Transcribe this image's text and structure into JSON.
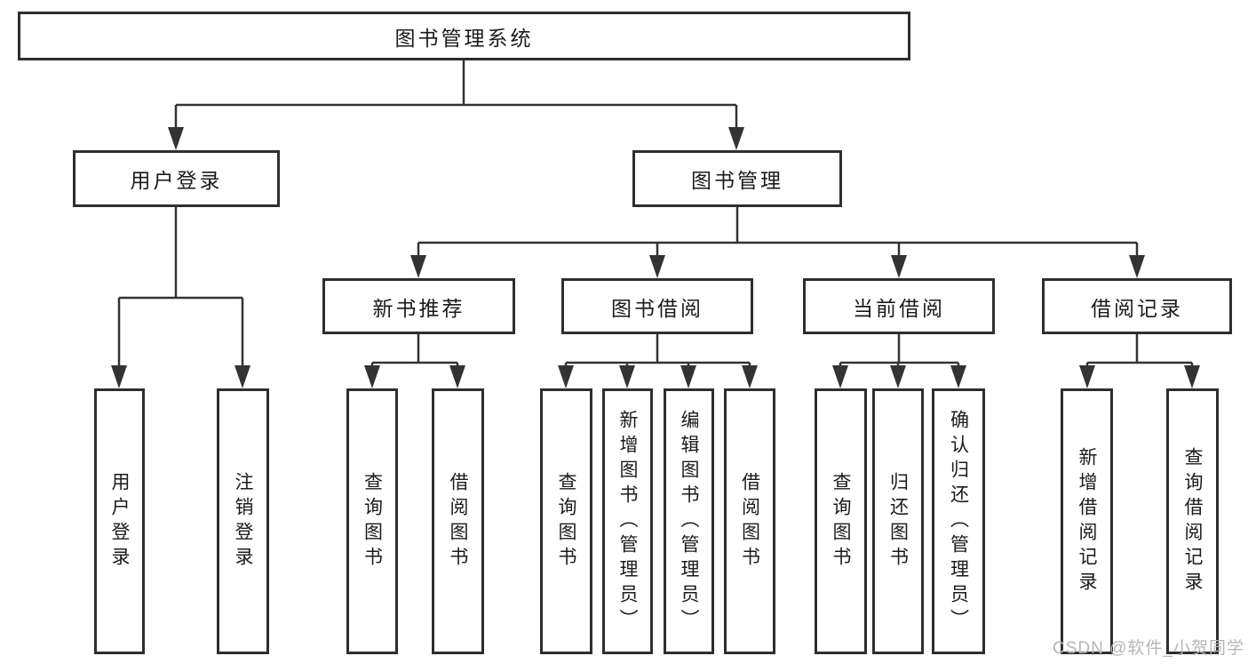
{
  "diagram": {
    "root": {
      "label": "图书管理系统"
    },
    "level2": [
      {
        "label": "用户登录"
      },
      {
        "label": "图书管理"
      }
    ],
    "level3": [
      {
        "label": "新书推荐"
      },
      {
        "label": "图书借阅"
      },
      {
        "label": "当前借阅"
      },
      {
        "label": "借阅记录"
      }
    ],
    "leaves": {
      "user_login": [
        "用户登录",
        "注销登录"
      ],
      "new_books": [
        "查询图书",
        "借阅图书"
      ],
      "book_borrow": [
        "查询图书",
        "新增图书（管理员）",
        "编辑图书（管理员）",
        "借阅图书"
      ],
      "current_borrow": [
        "查询图书",
        "归还图书",
        "确认归还（管理员）"
      ],
      "borrow_records": [
        "新增借阅记录",
        "查询借阅记录"
      ]
    }
  },
  "watermark": {
    "text": "CSDN @软件_小贺同学"
  },
  "colors": {
    "line": "#333333",
    "border": "#2e2e2e",
    "text": "#1b1b1b",
    "watermark": "#b5b5b5"
  }
}
